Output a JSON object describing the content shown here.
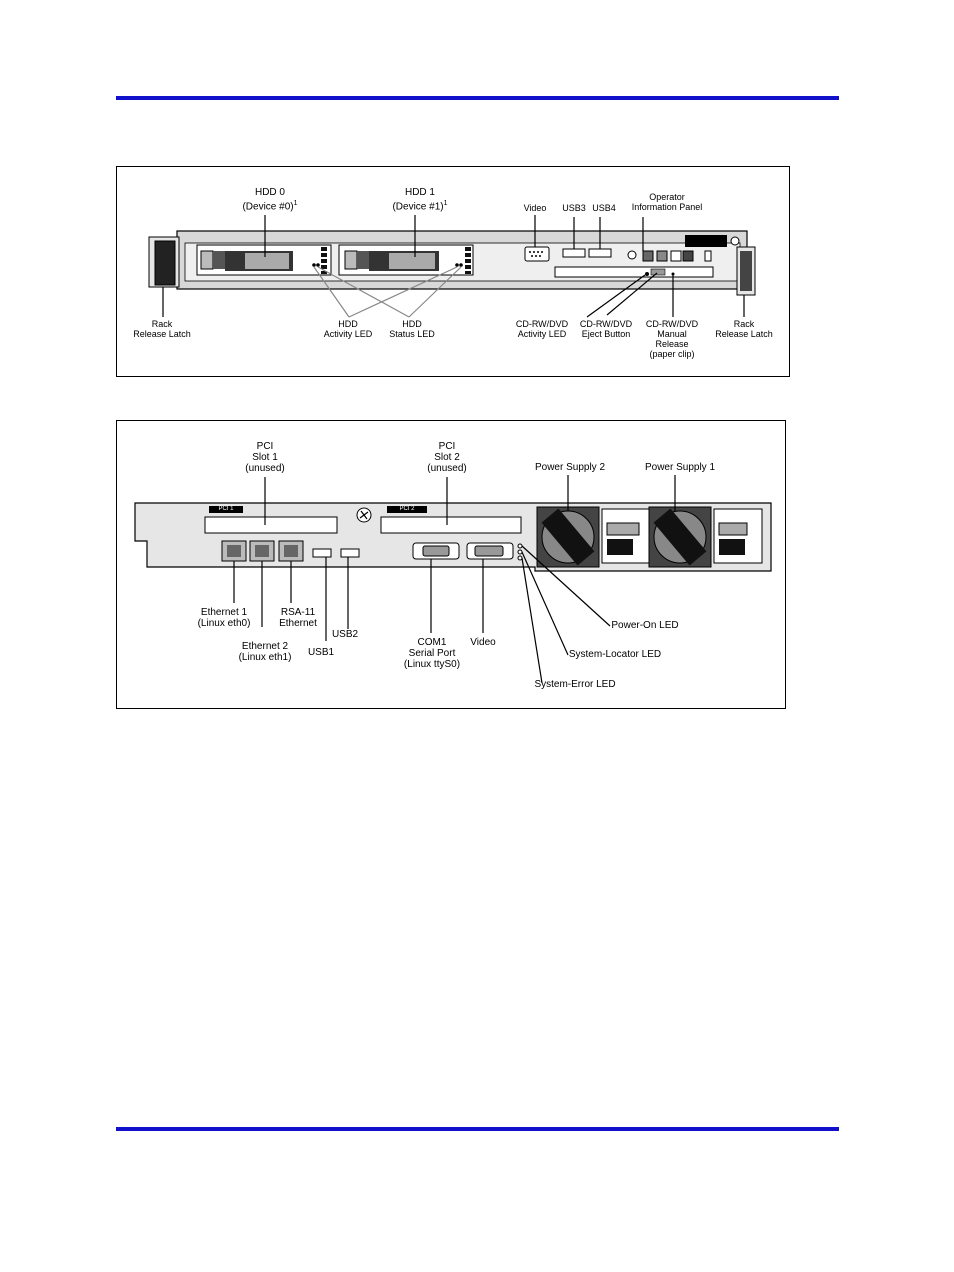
{
  "front": {
    "hdd0": {
      "name": "HDD 0",
      "device": "(Device #0)",
      "note": "1"
    },
    "hdd1": {
      "name": "HDD 1",
      "device": "(Device #1)",
      "note": "1"
    },
    "video": "Video",
    "usb3": "USB3",
    "usb4": "USB4",
    "operator_panel": "Operator\nInformation Panel",
    "rack_latch_left": "Rack\nRelease Latch",
    "rack_latch_right": "Rack\nRelease Latch",
    "hdd_activity_led": "HDD\nActivity LED",
    "hdd_status_led": "HDD\nStatus LED",
    "cd_activity_led": "CD-RW/DVD\nActivity LED",
    "cd_eject_button": "CD-RW/DVD\nEject Button",
    "cd_manual_release": "CD-RW/DVD\nManual\nRelease\n(paper clip)"
  },
  "rear": {
    "pci_slot1": "PCI\nSlot 1\n(unused)",
    "pci_slot2": "PCI\nSlot 2\n(unused)",
    "pci1_tag": "PCI 1",
    "pci2_tag": "PCI 2",
    "power_supply_2": "Power Supply 2",
    "power_supply_1": "Power Supply 1",
    "ethernet1": "Ethernet 1\n(Linux eth0)",
    "ethernet2": "Ethernet 2\n(Linux eth1)",
    "rsa_ethernet": "RSA-11\nEthernet",
    "usb1": "USB1",
    "usb2": "USB2",
    "com1": "COM1\nSerial Port\n(Linux ttyS0)",
    "video": "Video",
    "power_on_led": "Power-On LED",
    "system_locator_led": "System-Locator LED",
    "system_error_led": "System-Error LED"
  }
}
